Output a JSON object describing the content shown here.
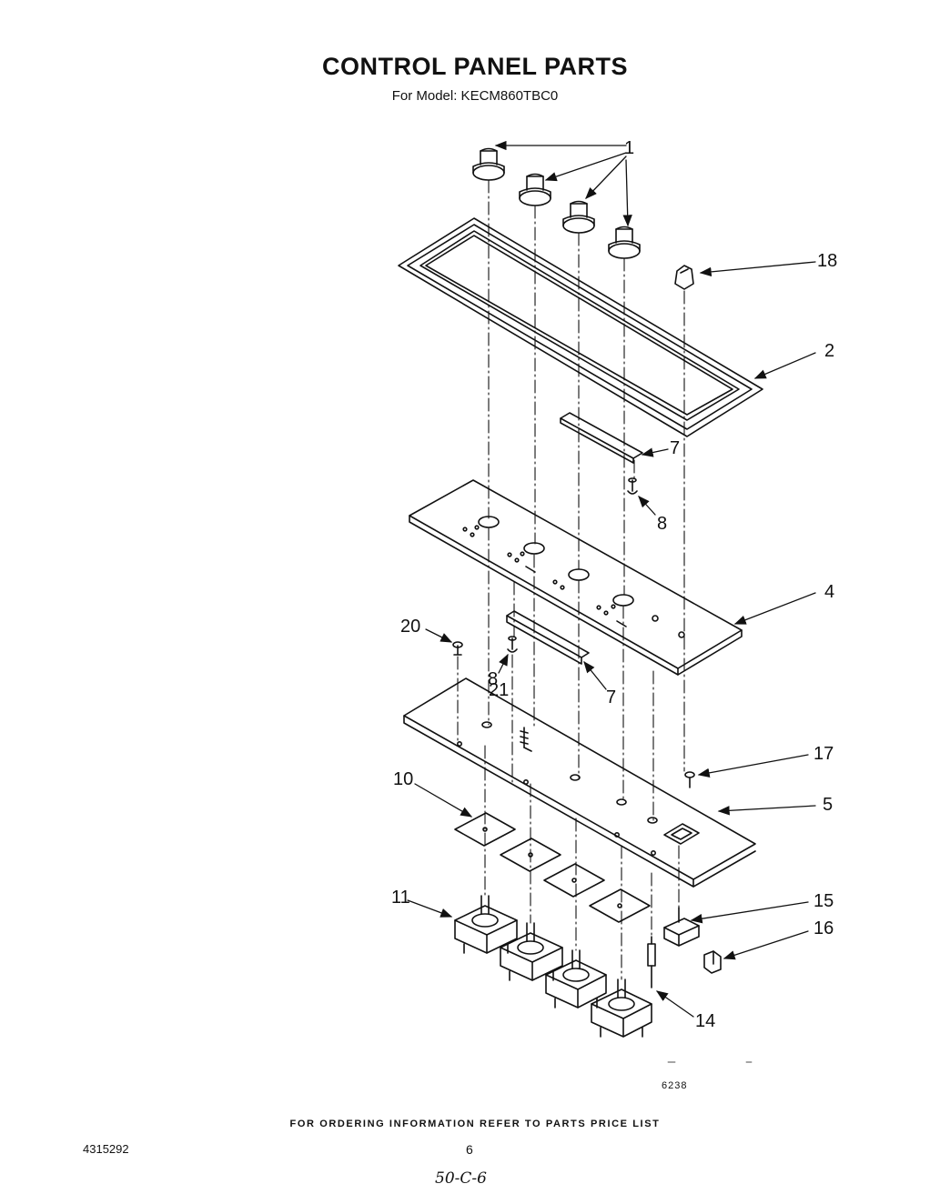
{
  "title": "CONTROL PANEL PARTS",
  "subtitle": "For Model: KECM860TBC0",
  "callouts": {
    "c1": "1",
    "c18": "18",
    "c2": "2",
    "c7a": "7",
    "c8a": "8",
    "c4": "4",
    "c20": "20",
    "c8b": "8",
    "c21": "21",
    "c7b": "7",
    "c17": "17",
    "c10": "10",
    "c5": "5",
    "c11": "11",
    "c15": "15",
    "c16": "16",
    "c14": "14"
  },
  "drawing_number": "6238",
  "footer": "FOR ORDERING INFORMATION REFER TO PARTS PRICE LIST",
  "document_number": "4315292",
  "page_number": "6",
  "handwritten": "50-C-6"
}
